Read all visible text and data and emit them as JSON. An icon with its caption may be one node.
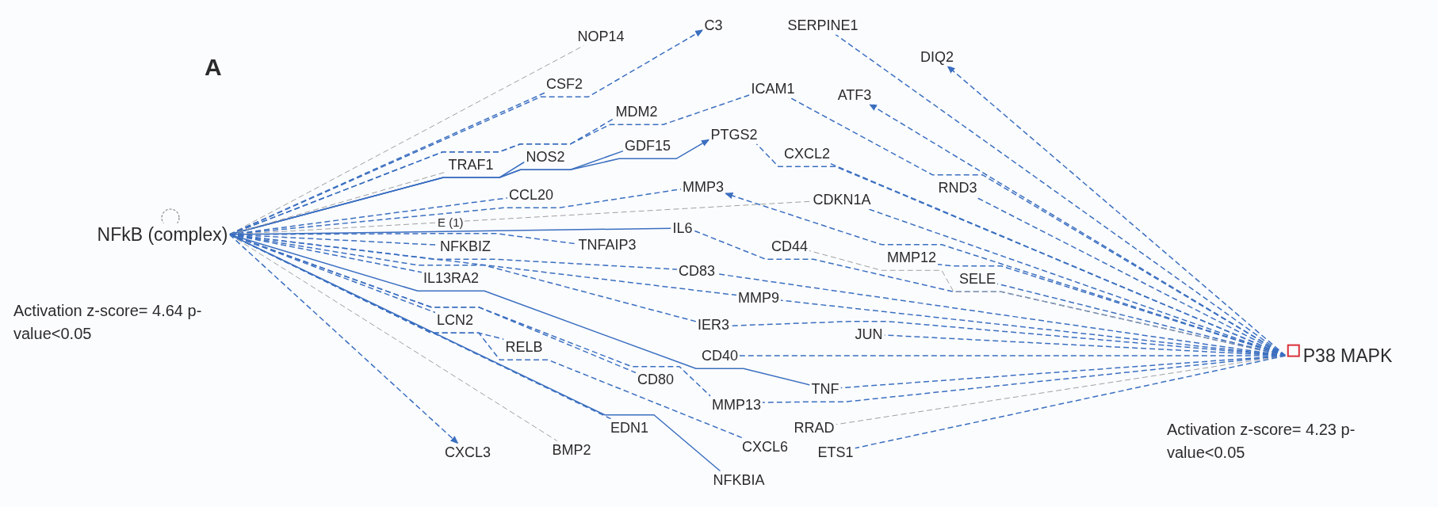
{
  "diagram": {
    "nodes": [
      {
        "text": [
          "NFkB (complex)"
        ],
        "beside": [
          "Activation z-score= 4.64 p-value<0.05"
        ]
      },
      {
        "text": [
          "P38 MAPK"
        ],
        "beside": [
          "Activation z-score= 4.23 p-value<0.05"
        ]
      },
      {
        "text": [
          "NOP14"
        ]
      },
      {
        "text": [
          "C3"
        ]
      },
      {
        "text": [
          "SERPINE1"
        ]
      },
      {
        "text": [
          "DIQ2"
        ]
      },
      {
        "text": [
          "CSF2"
        ]
      },
      {
        "text": [
          "ICAM1"
        ]
      },
      {
        "text": [
          "ATF3"
        ]
      },
      {
        "text": [
          "MDM2"
        ]
      },
      {
        "text": [
          "PTGS2"
        ]
      },
      {
        "text": [
          "NOS2"
        ]
      },
      {
        "text": [
          "GDF15"
        ]
      },
      {
        "text": [
          "CXCL2"
        ]
      },
      {
        "text": [
          "TRAF1"
        ]
      },
      {
        "text": [
          "RND3"
        ]
      },
      {
        "text": [
          "CCL20"
        ]
      },
      {
        "text": [
          "MMP3"
        ]
      },
      {
        "text": [
          "CDKN1A"
        ]
      },
      {
        "text": [
          "IL6"
        ]
      },
      {
        "text": [
          "NFKBIZ"
        ]
      },
      {
        "text": [
          "TNFAIP3"
        ]
      },
      {
        "text": [
          "CD44"
        ]
      },
      {
        "text": [
          "MMP12"
        ]
      },
      {
        "text": [
          "CD83"
        ]
      },
      {
        "text": [
          "IL13RA2"
        ]
      },
      {
        "text": [
          "SELE"
        ]
      },
      {
        "text": [
          "MMP9"
        ]
      },
      {
        "text": [
          "LCN2"
        ]
      },
      {
        "text": [
          "IER3"
        ]
      },
      {
        "text": [
          "JUN"
        ]
      },
      {
        "text": [
          "RELB"
        ]
      },
      {
        "text": [
          "CD40"
        ]
      },
      {
        "text": [
          "CD80"
        ]
      },
      {
        "text": [
          "TNF"
        ]
      },
      {
        "text": [
          "MMP13"
        ]
      },
      {
        "text": [
          "RRAD"
        ]
      },
      {
        "text": [
          "EDN1"
        ]
      },
      {
        "text": [
          "CXCL6"
        ]
      },
      {
        "text": [
          "CXCL3"
        ]
      },
      {
        "text": [
          "BMP2"
        ]
      },
      {
        "text": [
          "ETS1"
        ]
      },
      {
        "text": [
          "NFKBIA"
        ]
      }
    ],
    "edges": [
      {
        "from": 0,
        "to": 2,
        "arrow": "none",
        "style": "dashed",
        "color": "#a0a0a0"
      },
      {
        "from": 0,
        "to": 3,
        "arrow": "to",
        "style": "dashed"
      },
      {
        "from": 0,
        "to": 6,
        "arrow": "none",
        "style": "dashed"
      },
      {
        "from": 0,
        "to": 7,
        "arrow": "none",
        "style": "dashed"
      },
      {
        "from": 0,
        "to": 9,
        "arrow": "none",
        "style": "dashed"
      },
      {
        "from": 0,
        "to": 10,
        "arrow": "to"
      },
      {
        "from": 0,
        "to": 11,
        "arrow": "none"
      },
      {
        "from": 0,
        "to": 12,
        "arrow": "none"
      },
      {
        "from": 0,
        "to": 14,
        "arrow": "none",
        "style": "dashed",
        "color": "#a0a0a0"
      },
      {
        "from": 0,
        "to": 16,
        "arrow": "none",
        "style": "dashed"
      },
      {
        "from": 0,
        "to": 17,
        "arrow": "none",
        "style": "dashed"
      },
      {
        "from": 0,
        "to": 18,
        "arrow": "none",
        "style": "dashed",
        "color": "#a0a0a0",
        "label": "E (1)"
      },
      {
        "from": 0,
        "to": 19,
        "arrow": "none"
      },
      {
        "from": 0,
        "to": 20,
        "arrow": "none",
        "style": "dashed"
      },
      {
        "from": 0,
        "to": 21,
        "arrow": "none",
        "style": "dashed"
      },
      {
        "from": 0,
        "to": 24,
        "arrow": "none",
        "style": "dashed"
      },
      {
        "from": 0,
        "to": 25,
        "arrow": "none",
        "style": "dashed"
      },
      {
        "from": 0,
        "to": 27,
        "arrow": "none",
        "style": "dashed"
      },
      {
        "from": 0,
        "to": 28,
        "arrow": "none",
        "style": "dashed"
      },
      {
        "from": 0,
        "to": 29,
        "arrow": "none",
        "style": "dashed"
      },
      {
        "from": 0,
        "to": 31,
        "arrow": "none",
        "style": "dashed"
      },
      {
        "from": 0,
        "to": 33,
        "arrow": "none",
        "style": "dashed"
      },
      {
        "from": 0,
        "to": 34,
        "arrow": "none"
      },
      {
        "from": 0,
        "to": 35,
        "arrow": "none",
        "style": "dashed"
      },
      {
        "from": 0,
        "to": 37,
        "arrow": "none",
        "style": "dashed"
      },
      {
        "from": 0,
        "to": 38,
        "arrow": "none",
        "style": "dashed"
      },
      {
        "from": 0,
        "to": 39,
        "arrow": "to",
        "style": "dashed"
      },
      {
        "from": 0,
        "to": 40,
        "arrow": "none",
        "style": "dashed",
        "color": "#a0a0a0"
      },
      {
        "from": 0,
        "to": 42,
        "arrow": "none"
      },
      {
        "from": 1,
        "to": 4,
        "arrow": "none",
        "style": "dashed"
      },
      {
        "from": 1,
        "to": 5,
        "arrow": "to",
        "style": "dashed"
      },
      {
        "from": 1,
        "to": 7,
        "arrow": "none",
        "style": "dashed"
      },
      {
        "from": 1,
        "to": 8,
        "arrow": "to",
        "style": "dashed"
      },
      {
        "from": 1,
        "to": 10,
        "arrow": "none",
        "style": "dashed"
      },
      {
        "from": 1,
        "to": 13,
        "arrow": "none",
        "style": "dashed"
      },
      {
        "from": 1,
        "to": 15,
        "arrow": "none",
        "style": "dashed"
      },
      {
        "from": 1,
        "to": 17,
        "arrow": "to",
        "style": "dashed"
      },
      {
        "from": 1,
        "to": 18,
        "arrow": "none",
        "style": "dashed"
      },
      {
        "from": 1,
        "to": 19,
        "arrow": "none",
        "style": "dashed"
      },
      {
        "from": 1,
        "to": 22,
        "arrow": "none",
        "style": "dashed",
        "color": "#a0a0a0"
      },
      {
        "from": 1,
        "to": 23,
        "arrow": "none",
        "style": "dashed"
      },
      {
        "from": 1,
        "to": 24,
        "arrow": "none",
        "style": "dashed"
      },
      {
        "from": 1,
        "to": 26,
        "arrow": "none",
        "style": "dashed"
      },
      {
        "from": 1,
        "to": 27,
        "arrow": "none",
        "style": "dashed"
      },
      {
        "from": 1,
        "to": 29,
        "arrow": "none",
        "style": "dashed"
      },
      {
        "from": 1,
        "to": 30,
        "arrow": "none",
        "style": "dashed"
      },
      {
        "from": 1,
        "to": 32,
        "arrow": "none",
        "style": "dashed"
      },
      {
        "from": 1,
        "to": 34,
        "arrow": "none",
        "style": "dashed"
      },
      {
        "from": 1,
        "to": 35,
        "arrow": "none",
        "style": "dashed"
      },
      {
        "from": 1,
        "to": 36,
        "arrow": "none",
        "style": "dashed",
        "color": "#a0a0a0"
      },
      {
        "from": 1,
        "to": 41,
        "arrow": "none",
        "style": "dashed"
      }
    ],
    "labels": [
      "A"
    ]
  }
}
